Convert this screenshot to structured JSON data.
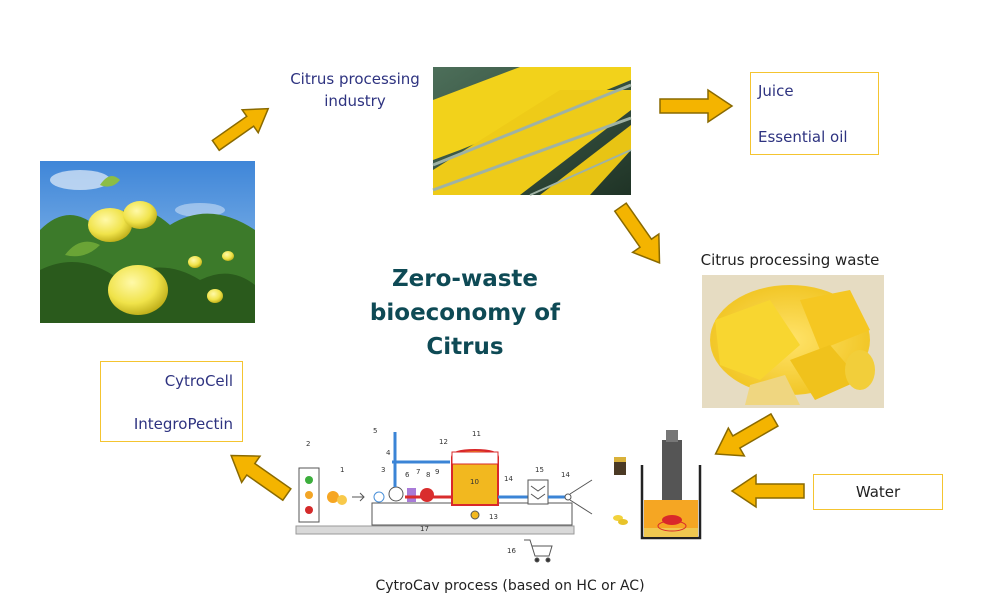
{
  "title_lines": [
    "Zero-waste",
    "bioeconomy of",
    "Citrus"
  ],
  "labels": {
    "industry_line1": "Citrus processing",
    "industry_line2": "industry",
    "waste": "Citrus processing waste",
    "process": "CytroCav process (based on HC or AC)"
  },
  "products_top": [
    "Juice",
    "Essential oil"
  ],
  "products_left": [
    "CytroCell",
    "IntegroPectin"
  ],
  "input": "Water",
  "schematic_numbers": [
    "1",
    "2",
    "3",
    "4",
    "5",
    "6",
    "7",
    "8",
    "9",
    "10",
    "11",
    "12",
    "13",
    "14",
    "15",
    "14",
    "16",
    "17"
  ],
  "colors": {
    "arrow_fill": "#f4b400",
    "arrow_stroke": "#8a6a00",
    "box_border": "#f4c430",
    "label_blue": "#2e3380",
    "title_teal": "#0e4a55"
  }
}
